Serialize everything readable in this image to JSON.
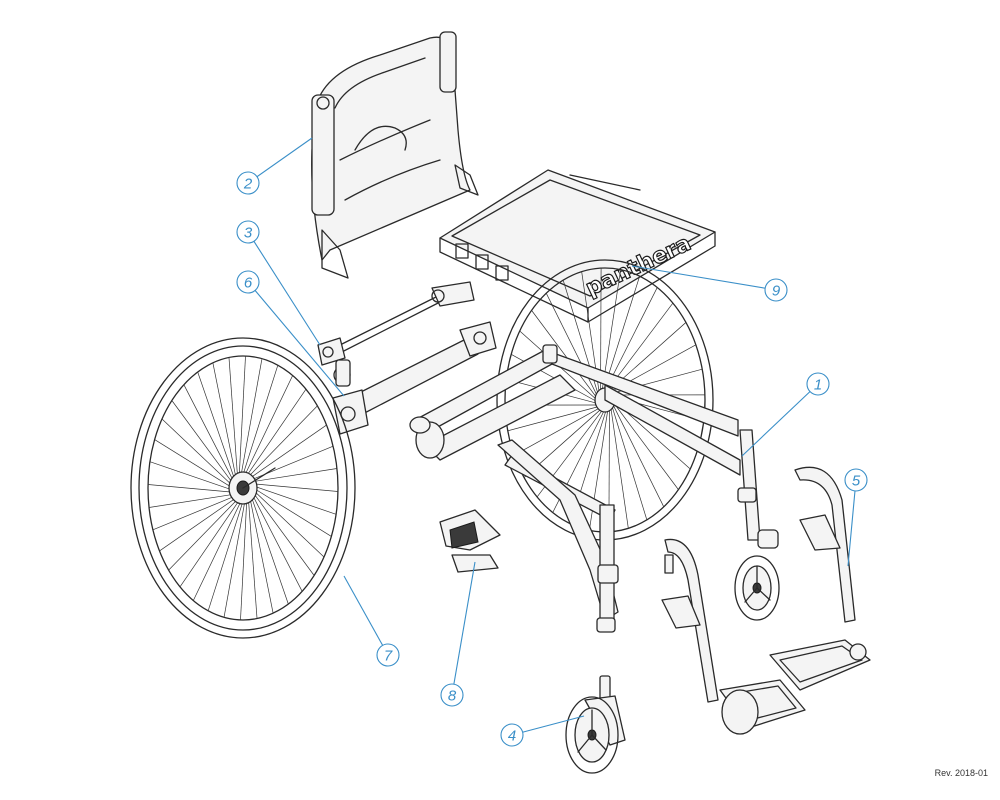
{
  "colors": {
    "accent": "#3a8fc8",
    "line": "#2a2a2a",
    "background": "#ffffff"
  },
  "brand_text": "panthera",
  "callouts": [
    {
      "number": "1",
      "part": "frame"
    },
    {
      "number": "2",
      "part": "backrest"
    },
    {
      "number": "3",
      "part": "brake cable assembly"
    },
    {
      "number": "4",
      "part": "caster wheel"
    },
    {
      "number": "5",
      "part": "footrest"
    },
    {
      "number": "6",
      "part": "axle tube assembly"
    },
    {
      "number": "7",
      "part": "rear wheel"
    },
    {
      "number": "8",
      "part": "wheel lock"
    },
    {
      "number": "9",
      "part": "seat plate"
    }
  ],
  "revision": "Rev. 2018-01"
}
